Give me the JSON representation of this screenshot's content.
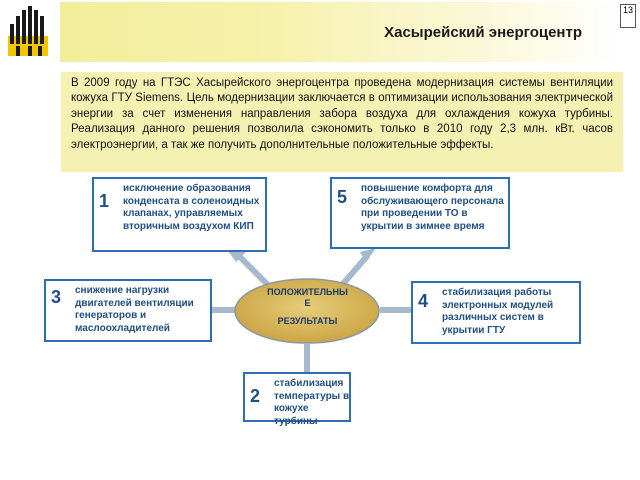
{
  "header": {
    "title": "Хасырейский энергоцентр",
    "page_number": "13",
    "colors": {
      "bar": "#f3ee9c"
    }
  },
  "logo": {
    "icon": "rosneft-logo-icon",
    "colors": [
      "#1a1a1a",
      "#f2c500"
    ]
  },
  "intro": {
    "text": "В 2009 году на ГТЭС Хасырейского энергоцентра проведена модернизация системы вентиляции кожуха ГТУ Siemens. Цель модернизации заключается в оптимизации использования электрической энергии за счет изменения направления забора воздуха для охлаждения кожуха турбины. Реализация данного решения позволила сэкономить только в 2010 году 2,3 млн. кВт. часов электроэнергии, а так же получить дополнительные положительные эффекты."
  },
  "diagram": {
    "center": {
      "line1": "ПОЛОЖИТЕЛЬНЫ",
      "line2": "Е",
      "line3": "РЕЗУЛЬТАТЫ",
      "fill": "#d9b85c"
    },
    "border_color": "#2d6fb0",
    "text_color": "#1f4f86",
    "items": [
      {
        "number": "1",
        "text": "исключение образования конденсата в соленоидных клапанах, управляемых вторичным воздухом КИП"
      },
      {
        "number": "2",
        "text": "стабилизация температуры в кожухе турбины"
      },
      {
        "number": "3",
        "text": "снижение нагрузки двигателей вентиляции генераторов и маслоохладителей"
      },
      {
        "number": "4",
        "text": "стабилизация работы электронных модулей различных систем в укрытии ГТУ"
      },
      {
        "number": "5",
        "text": "повышение комфорта для обслуживающего персонала при проведении ТО в укрытии в зимнее время"
      }
    ]
  }
}
